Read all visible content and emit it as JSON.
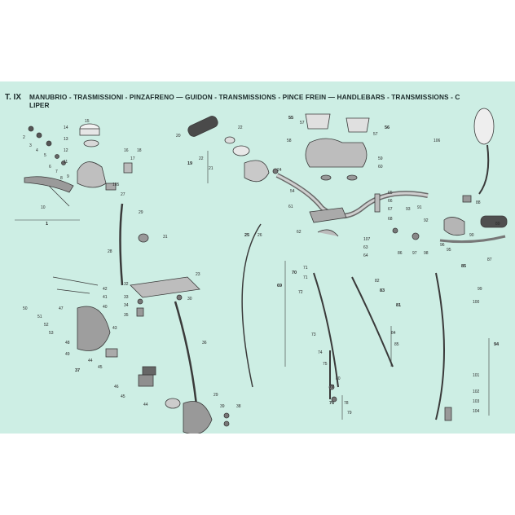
{
  "header": {
    "plate": "T. IX",
    "title_line1": "MANUBRIO - TRASMISSIONI - PINZAFRENO — GUIDON - TRANSMISSIONS - PINCE FREIN — HANDLEBARS - TRANSMISSIONS - C",
    "title_line2": "LIPER"
  },
  "callouts": {
    "left": [
      "15",
      "14",
      "13",
      "12",
      "11",
      "10",
      "9",
      "8",
      "7",
      "6",
      "5",
      "4",
      "3",
      "2",
      "1",
      "16",
      "17",
      "18",
      "26",
      "27",
      "28",
      "29",
      "30",
      "31",
      "105"
    ],
    "lower_left": [
      "50",
      "51",
      "52",
      "53",
      "47",
      "48",
      "49",
      "37",
      "42",
      "41",
      "40",
      "43",
      "44",
      "45",
      "46",
      "32",
      "33",
      "34",
      "35",
      "36",
      "39",
      "38",
      "23",
      "24",
      "25"
    ],
    "middle": [
      "20",
      "22",
      "21",
      "19",
      "19a",
      "24",
      "55",
      "56",
      "57",
      "58",
      "59",
      "60",
      "54",
      "61",
      "62",
      "63",
      "64",
      "65",
      "66",
      "67",
      "68",
      "69",
      "106"
    ],
    "right": [
      "70",
      "71",
      "72",
      "73",
      "74",
      "75",
      "76",
      "77",
      "78",
      "79",
      "80",
      "81",
      "82",
      "83",
      "84",
      "85",
      "86",
      "87",
      "88",
      "89",
      "90",
      "91",
      "92",
      "93",
      "94",
      "95",
      "96",
      "97",
      "98",
      "99",
      "100",
      "101",
      "102",
      "103",
      "104"
    ]
  }
}
